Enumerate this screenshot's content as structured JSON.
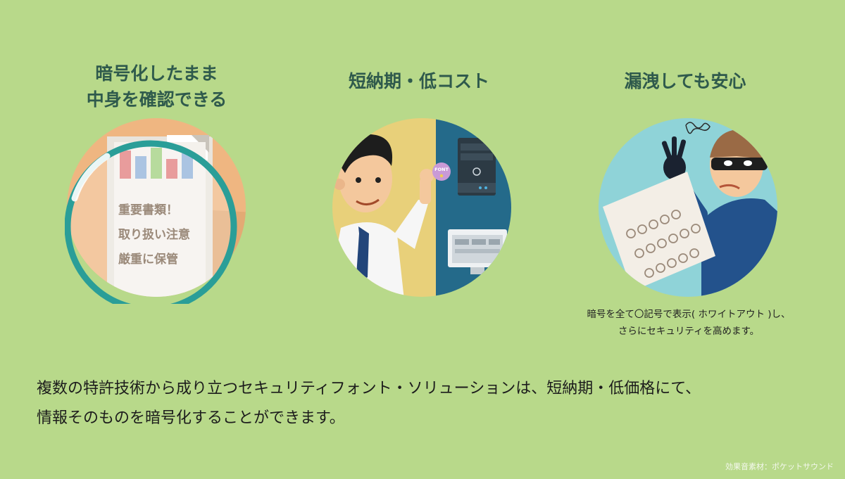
{
  "features": [
    {
      "title_line1": "暗号化したまま",
      "title_line2": "中身を確認できる",
      "document_text": [
        "重要書類！",
        "取り扱い注意",
        "厳重に保管"
      ]
    },
    {
      "title_line1": "短納期・低コスト",
      "font_badge": "FONT"
    },
    {
      "title_line1": "漏洩しても安心",
      "caption_line1": "暗号を全て〇記号で表示( ホワイトアウト )し、",
      "caption_line2": "さらにセキュリティを高めます。"
    }
  ],
  "summary": {
    "line1": "複数の特許技術から成り立つセキュリティフォント・ソリューションは、短納期・低価格にて、",
    "line2": "情報そのものを暗号化することができます。"
  },
  "credit": "効果音素材：ポケットサウンド",
  "colors": {
    "background": "#b8d98a",
    "title": "#2f5a4c",
    "circle1": "#efb681",
    "circle2_left": "#e8d07a",
    "circle2_right": "#246a8a",
    "circle3": "#8fd3d8"
  }
}
